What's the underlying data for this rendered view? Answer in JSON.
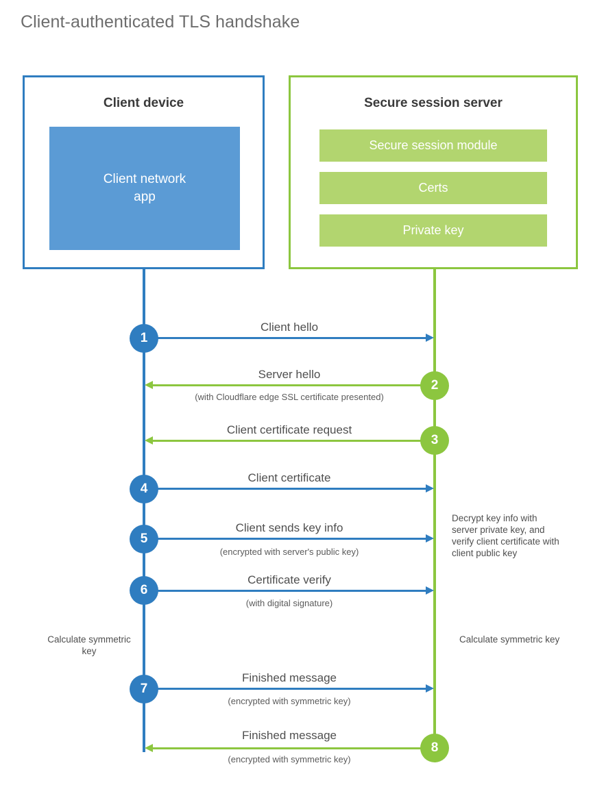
{
  "title": "Client-authenticated TLS handshake",
  "parties": {
    "client": {
      "title": "Client device",
      "app_label": "Client network\napp",
      "border_color": "#2f7dc0",
      "app_fill": "#5b9bd5"
    },
    "server": {
      "title": "Secure session server",
      "border_color": "#8cc63f",
      "module_fill": "#b2d56f",
      "modules": [
        {
          "label": "Secure session module"
        },
        {
          "label": "Certs"
        },
        {
          "label": "Private key"
        }
      ]
    }
  },
  "steps": [
    {
      "number": "1",
      "direction": "client-to-server",
      "color": "#2f7dc0",
      "main_label": "Client hello",
      "sub_label": ""
    },
    {
      "number": "2",
      "direction": "server-to-client",
      "color": "#8cc63f",
      "main_label": "Server hello",
      "sub_label": "(with Cloudflare edge SSL certificate presented)"
    },
    {
      "number": "3",
      "direction": "server-to-client",
      "color": "#8cc63f",
      "main_label": "Client certificate request",
      "sub_label": ""
    },
    {
      "number": "4",
      "direction": "client-to-server",
      "color": "#2f7dc0",
      "main_label": "Client certificate",
      "sub_label": ""
    },
    {
      "number": "5",
      "direction": "client-to-server",
      "color": "#2f7dc0",
      "main_label": "Client sends key info",
      "sub_label": "(encrypted with server's public key)"
    },
    {
      "number": "6",
      "direction": "client-to-server",
      "color": "#2f7dc0",
      "main_label": "Certificate verify",
      "sub_label": "(with digital signature)"
    },
    {
      "number": "7",
      "direction": "client-to-server",
      "color": "#2f7dc0",
      "main_label": "Finished message",
      "sub_label": "(encrypted with symmetric key)"
    },
    {
      "number": "8",
      "direction": "server-to-client",
      "color": "#8cc63f",
      "main_label": "Finished message",
      "sub_label": "(encrypted with symmetric key)"
    }
  ],
  "notes": {
    "server_decrypt": "Decrypt key info with server private key, and verify client certificate with client public key",
    "client_calculate": "Calculate symmetric key",
    "server_calculate": "Calculate symmetric key"
  }
}
